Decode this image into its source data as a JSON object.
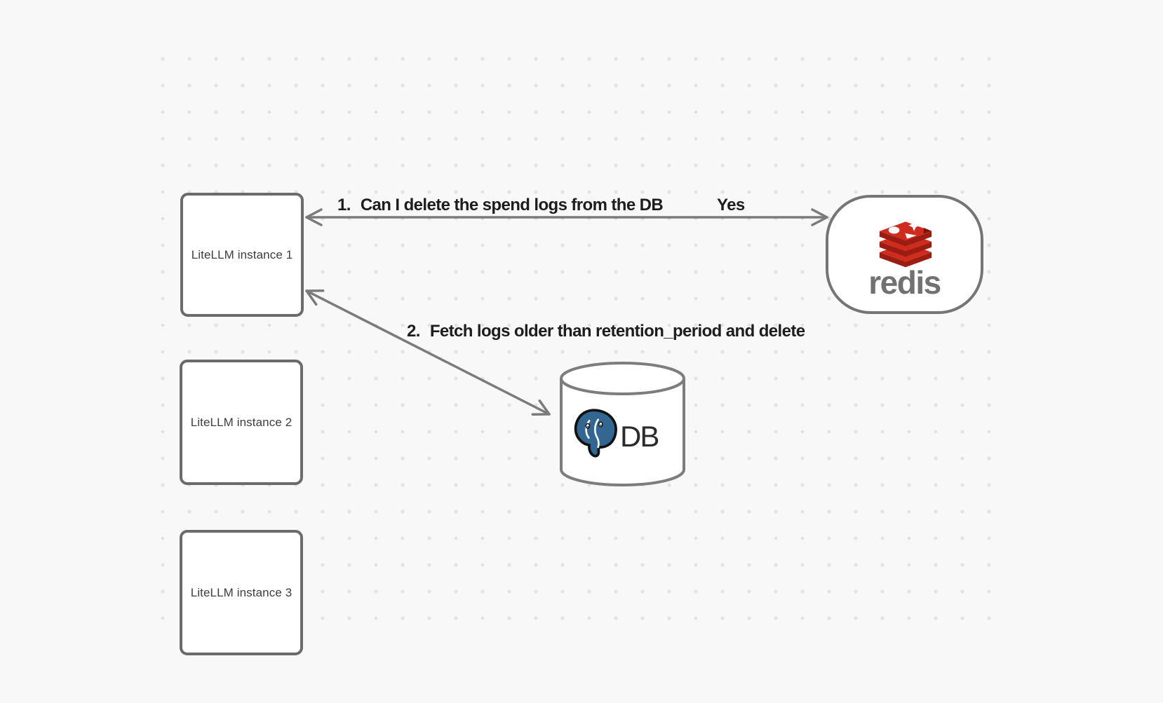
{
  "canvas": {
    "background_color": "#f8f8f8",
    "dot_color": "#e3e3e3"
  },
  "nodes": {
    "instances": [
      {
        "label": "LiteLLM instance 1"
      },
      {
        "label": "LiteLLM instance 2"
      },
      {
        "label": "LiteLLM instance 3"
      }
    ],
    "redis": {
      "wordmark": "redis",
      "logo_icon": "redis-stack-icon",
      "colors": {
        "red": "#d02b1f",
        "dark_red": "#9b1d12",
        "notch": "#7c150d",
        "wordmark_gray": "#717171"
      }
    },
    "db": {
      "label": "DB",
      "logo_icon": "postgresql-elephant-icon",
      "colors": {
        "postgres_blue": "#336791",
        "outline": "#111111"
      }
    }
  },
  "arrows": [
    {
      "number": "1.",
      "text": "Can I delete the spend logs from the DB",
      "response": "Yes",
      "from": "litellm-instance-1",
      "to": "redis",
      "bidirectional": true,
      "color": "#7b7b7b"
    },
    {
      "number": "2.",
      "text": "Fetch logs older than retention_period and delete",
      "from": "litellm-instance-1",
      "to": "db",
      "bidirectional": true,
      "color": "#7b7b7b"
    }
  ],
  "shape_style": {
    "box_border": "#6b6b6b",
    "node_border": "#757575",
    "fill": "#ffffff"
  }
}
